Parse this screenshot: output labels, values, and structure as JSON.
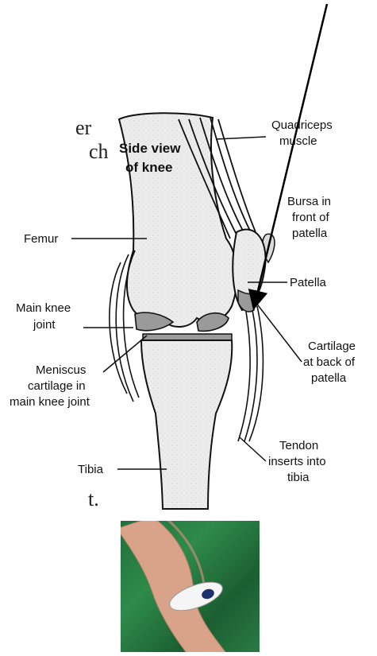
{
  "background_text": {
    "fragment_1": "er",
    "fragment_2": "ch",
    "fragment_3": "t."
  },
  "diagram": {
    "title_line1": "Side view",
    "title_line2": "of knee",
    "labels": {
      "quadriceps_1": "Quadriceps",
      "quadriceps_2": "muscle",
      "bursa_1": "Bursa in",
      "bursa_2": "front of",
      "bursa_3": "patella",
      "femur": "Femur",
      "patella": "Patella",
      "main_joint_1": "Main knee",
      "main_joint_2": "joint",
      "cartilage_back_1": "Cartilage",
      "cartilage_back_2": "at back of",
      "cartilage_back_3": "patella",
      "meniscus_1": "Meniscus",
      "meniscus_2": "cartilage in",
      "meniscus_3": "main knee joint",
      "tibia": "Tibia",
      "tendon_1": "Tendon",
      "tendon_2": "inserts into",
      "tendon_3": "tibia"
    }
  },
  "colors": {
    "bone_fill": "#ececec",
    "cartilage_fill": "#9a9a9a",
    "outline": "#111111",
    "photo_green": "#2e8b4a"
  }
}
